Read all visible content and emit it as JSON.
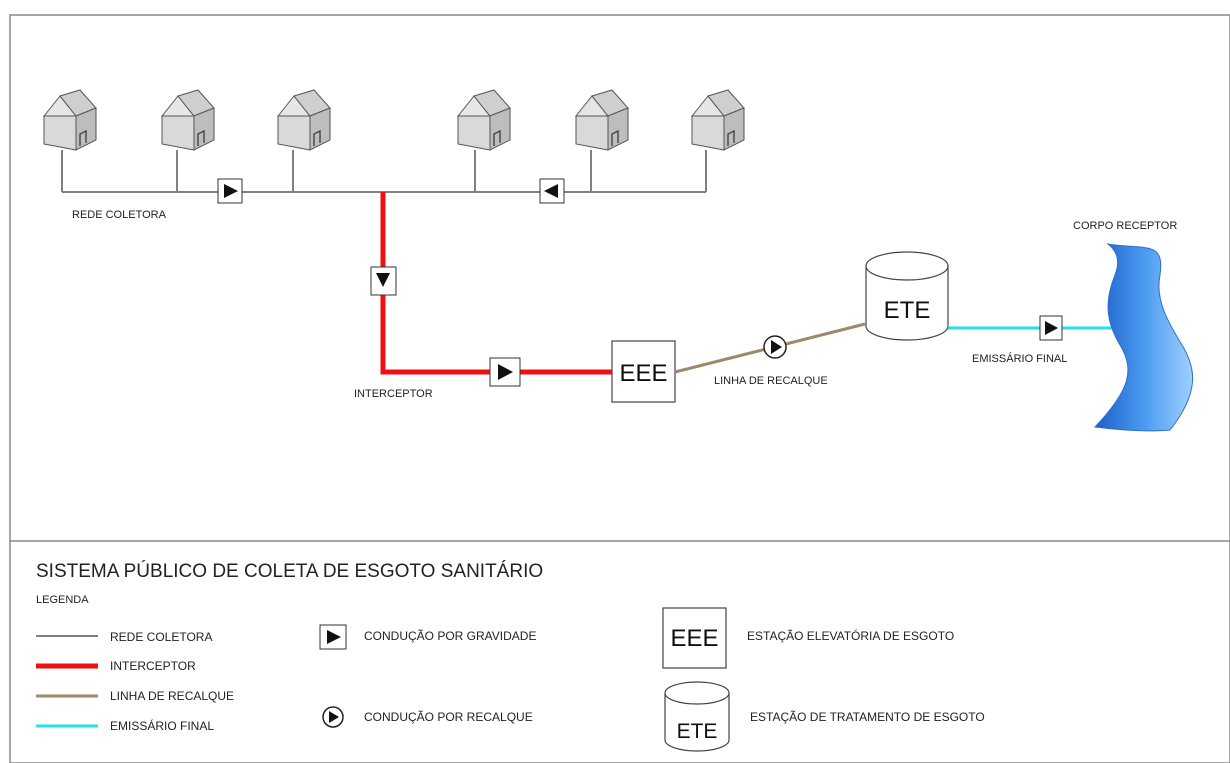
{
  "diagram": {
    "labels": {
      "rede_coletora": "REDE COLETORA",
      "interceptor": "INTERCEPTOR",
      "eee": "EEE",
      "linha_de_recalque": "LINHA DE RECALQUE",
      "ete": "ETE",
      "emissario_final": "EMISSÁRIO FINAL",
      "corpo_receptor": "CORPO RECEPTOR"
    }
  },
  "legend": {
    "title": "SISTEMA PÚBLICO DE COLETA DE ESGOTO SANITÁRIO",
    "subtitle": "LEGENDA",
    "lines": [
      {
        "label": "REDE COLETORA",
        "color": "#808080"
      },
      {
        "label": "INTERCEPTOR",
        "color": "#ee1111"
      },
      {
        "label": "LINHA DE RECALQUE",
        "color": "#9b8b6a"
      },
      {
        "label": "EMISSÁRIO FINAL",
        "color": "#22e0ee"
      }
    ],
    "symbols": {
      "gravidade": "CONDUÇÃO POR GRAVIDADE",
      "recalque": "CONDUÇÃO POR RECALQUE",
      "eee_icon": "EEE",
      "eee_desc": "ESTAÇÃO ELEVATÓRIA  DE ESGOTO",
      "ete_icon": "ETE",
      "ete_desc": "ESTAÇÃO DE TRATAMENTO  DE ESGOTO"
    }
  },
  "colors": {
    "rede_coletora": "#808080",
    "interceptor": "#ee1111",
    "linha_de_recalque": "#9b8b6a",
    "emissario_final": "#22e0ee",
    "river": "#3a86e8"
  }
}
